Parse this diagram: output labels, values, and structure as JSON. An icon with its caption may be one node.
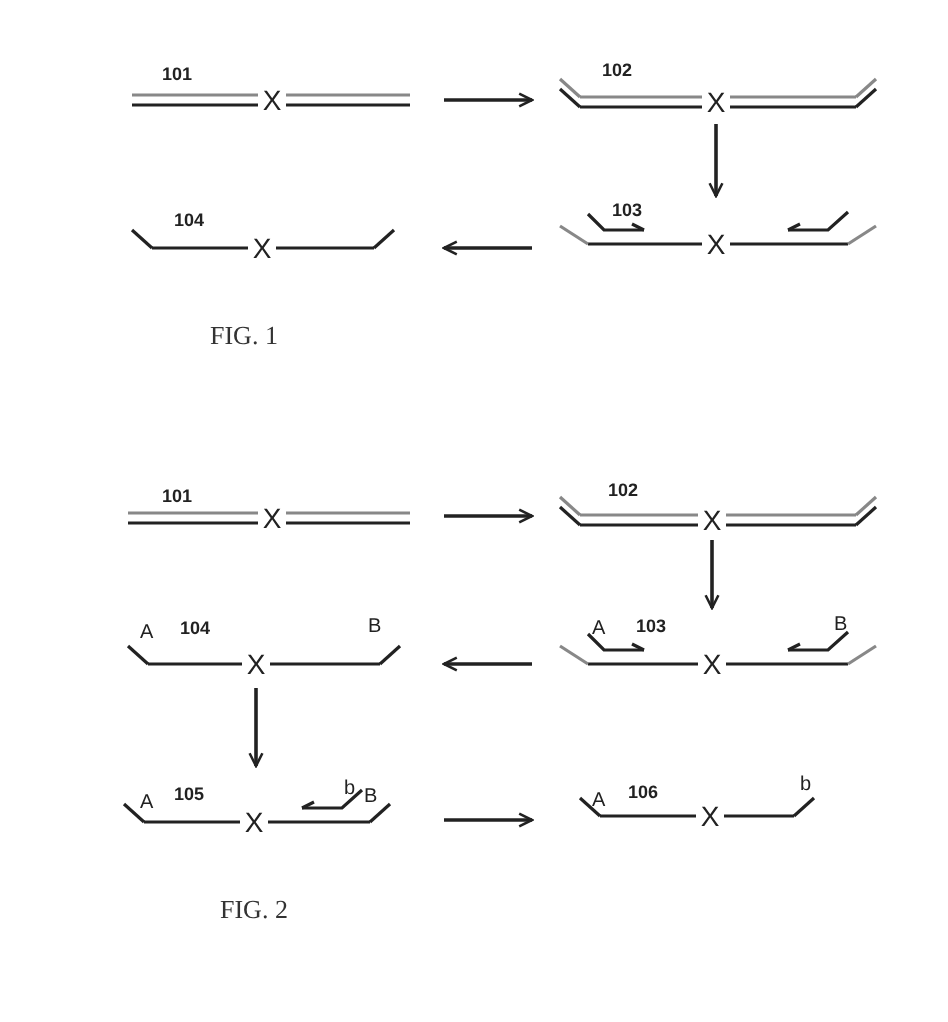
{
  "diagram": {
    "nodes": [
      {
        "text": [
          "101",
          "X"
        ]
      },
      {
        "text": [
          "102",
          "X"
        ]
      },
      {
        "text": [
          "103",
          "X"
        ]
      },
      {
        "text": [
          "104",
          "X"
        ]
      },
      {
        "text": [
          "101",
          "X"
        ]
      },
      {
        "text": [
          "102",
          "X"
        ]
      },
      {
        "text": [
          "A",
          "103",
          "X",
          "B"
        ]
      },
      {
        "text": [
          "A",
          "104",
          "X",
          "B"
        ]
      },
      {
        "text": [
          "A",
          "105",
          "X",
          "b",
          "B"
        ]
      },
      {
        "text": [
          "A",
          "106",
          "X",
          "b"
        ]
      }
    ],
    "edges": [
      {
        "from": 0,
        "to": 1,
        "arrow": "to"
      },
      {
        "from": 1,
        "to": 2,
        "arrow": "to"
      },
      {
        "from": 2,
        "to": 3,
        "arrow": "to"
      },
      {
        "from": 4,
        "to": 5,
        "arrow": "to"
      },
      {
        "from": 5,
        "to": 6,
        "arrow": "to"
      },
      {
        "from": 6,
        "to": 7,
        "arrow": "to"
      },
      {
        "from": 7,
        "to": 8,
        "arrow": "to"
      },
      {
        "from": 8,
        "to": 9,
        "arrow": "to"
      }
    ],
    "labels": [
      "FIG. 1",
      "FIG. 2"
    ]
  }
}
